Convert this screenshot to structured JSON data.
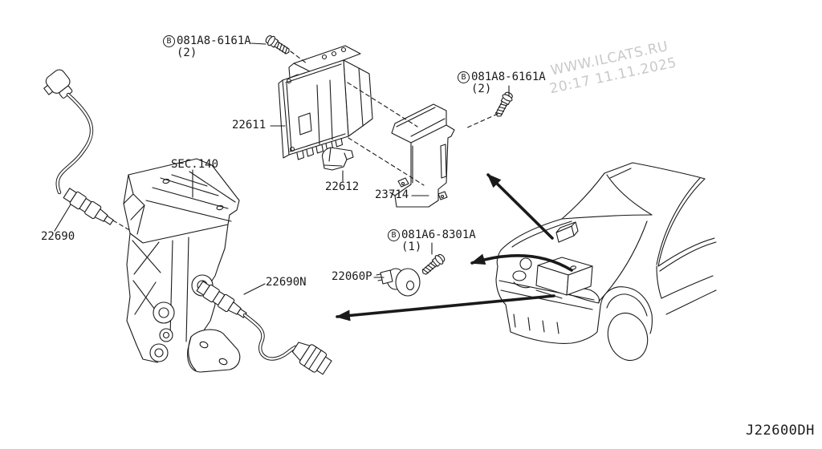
{
  "diagram": {
    "id_code": "J22600DH",
    "line_color": "#1a1a1a",
    "watermark": {
      "line1": "WWW.ILCATS.RU",
      "line2": "20:17 11.11.2025",
      "color": "#c9c9c9"
    },
    "labels": {
      "section": "SEC.140",
      "ecm": "22611",
      "clip": "22612",
      "bracket": "23714",
      "o2_sensor_front": "22690",
      "o2_sensor_rear": "22690N",
      "knock_sensor": "22060P"
    },
    "bolts": {
      "top": {
        "prefix": "B",
        "part": "081A8-6161A",
        "qty": "(2)"
      },
      "right": {
        "prefix": "B",
        "part": "081A8-6161A",
        "qty": "(2)"
      },
      "knock": {
        "prefix": "B",
        "part": "081A6-8301A",
        "qty": "(1)"
      }
    }
  }
}
